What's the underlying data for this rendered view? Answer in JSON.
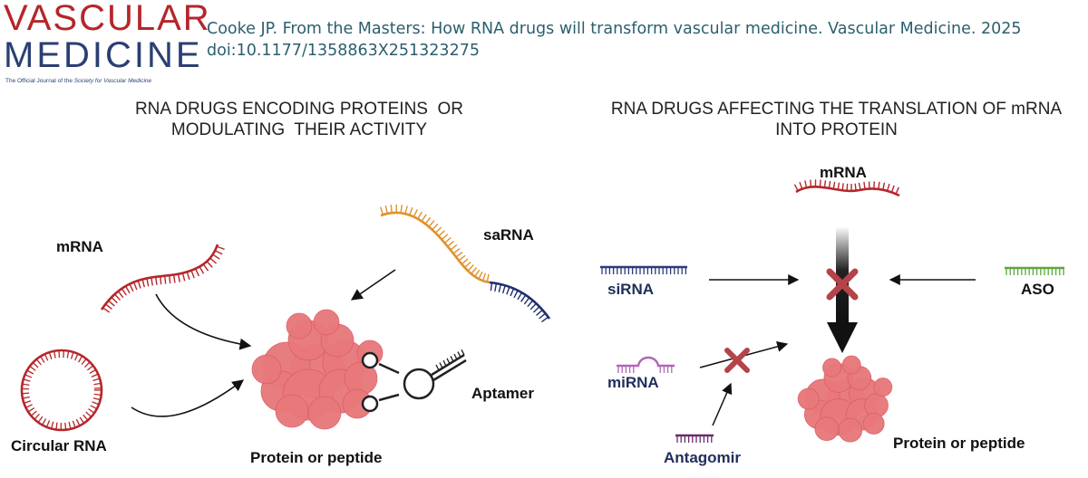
{
  "logo": {
    "line1": "VASCULAR",
    "line2": "MEDICINE",
    "tagline_prefix": "The Official Journal of the ",
    "tagline_society": "Society for Vascular Medicine",
    "colors": {
      "top": "#b5262a",
      "bottom": "#2a3f73"
    }
  },
  "citation": "Cooke JP. From the Masters: How RNA drugs will transform vascular medicine. Vascular Medicine. 2025 doi:10.1177/1358863X251323275",
  "left_panel": {
    "heading": "RNA DRUGS ENCODING PROTEINS  OR\nMODULATING  THEIR ACTIVITY",
    "labels": {
      "mrna": "mRNA",
      "sarna": "saRNA",
      "circular_rna": "Circular RNA",
      "aptamer": "Aptamer",
      "protein": "Protein or peptide"
    }
  },
  "right_panel": {
    "heading": "RNA DRUGS AFFECTING THE TRANSLATION OF mRNA\nINTO PROTEIN",
    "labels": {
      "mrna": "mRNA",
      "sirna": "siRNA",
      "aso": "ASO",
      "mirna": "miRNA",
      "antagomir": "Antagomir",
      "protein": "Protein or peptide"
    }
  },
  "colors": {
    "mrna": "#b5262a",
    "sarna_orange": "#e0922c",
    "sarna_blue": "#1f2e6e",
    "sirna": "#2b3a7a",
    "aso": "#5ca83a",
    "mirna": "#b067b8",
    "antagomir": "#6b2a6e",
    "protein": "#e8787a",
    "block": "#b5434a"
  }
}
